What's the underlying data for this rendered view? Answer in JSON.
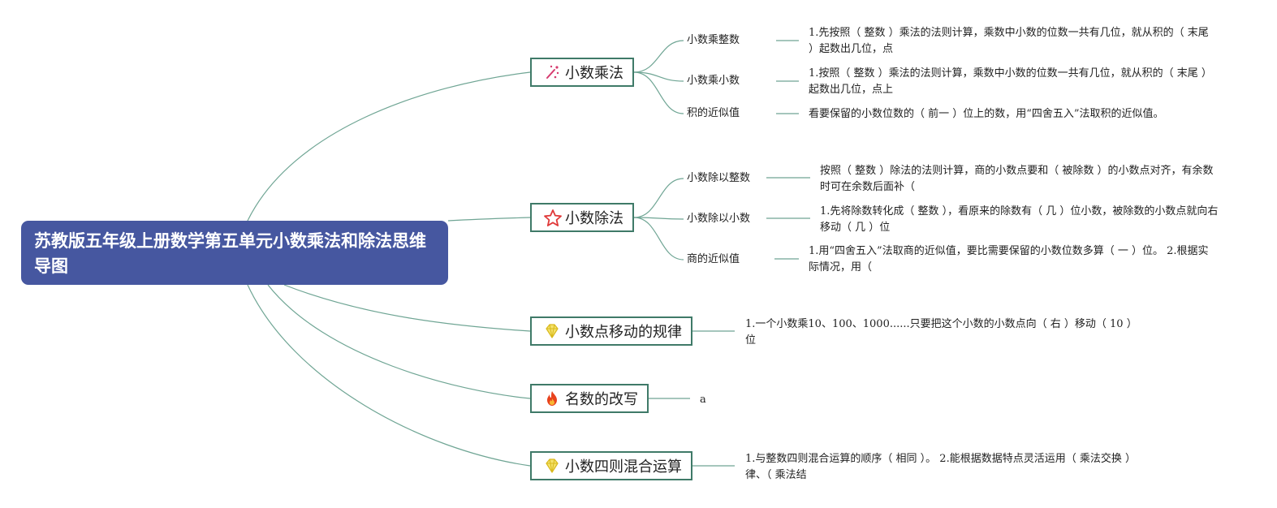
{
  "root": {
    "title": "苏教版五年级上册数学第五单元小数乘法和除法思维导图"
  },
  "colors": {
    "root_fill": "#4657a0",
    "line": "#6fa594",
    "node_border": "#3f7a68"
  },
  "branches": [
    {
      "label": "小数乘法",
      "icon": "magic-wand-icon",
      "children": [
        {
          "label": "小数乘整数",
          "detail": "1.先按照（ 整数 ）乘法的法则计算，乘数中小数的位数一共有几位，就从积的（ 末尾 ）起数出几位，点"
        },
        {
          "label": "小数乘小数",
          "detail": "1.按照（ 整数 ）乘法的法则计算，乘数中小数的位数一共有几位，就从积的（ 末尾 ）起数出几位，点上"
        },
        {
          "label": "积的近似值",
          "detail": "看要保留的小数位数的（ 前一 ）位上的数，用“四舍五入”法取积的近似值。"
        }
      ]
    },
    {
      "label": "小数除法",
      "icon": "star-icon",
      "children": [
        {
          "label": "小数除以整数",
          "detail": "按照（ 整数 ）除法的法则计算，商的小数点要和（ 被除数 ）的小数点对齐，有余数时可在余数后面补（"
        },
        {
          "label": "小数除以小数",
          "detail": "1.先将除数转化成（ 整数 ），看原来的除数有（ 几 ）位小数，被除数的小数点就向右移动（ 几 ）位"
        },
        {
          "label": "商的近似值",
          "detail": "1.用“四舍五入”法取商的近似值，要比需要保留的小数位数多算（ 一 ）位。 2.根据实际情况，用（"
        }
      ]
    },
    {
      "label": "小数点移动的规律",
      "icon": "diamond-icon",
      "detail": "1.一个小数乘10、100、1000......只要把这个小数的小数点向（ 右 ）移动（ 10 ）位"
    },
    {
      "label": "名数的改写",
      "icon": "fire-icon",
      "detail": "a"
    },
    {
      "label": "小数四则混合运算",
      "icon": "diamond-icon",
      "detail": "1.与整数四则混合运算的顺序（ 相同 ）。 2.能根据数据特点灵活运用（ 乘法交换 ）律、（ 乘法结"
    }
  ]
}
